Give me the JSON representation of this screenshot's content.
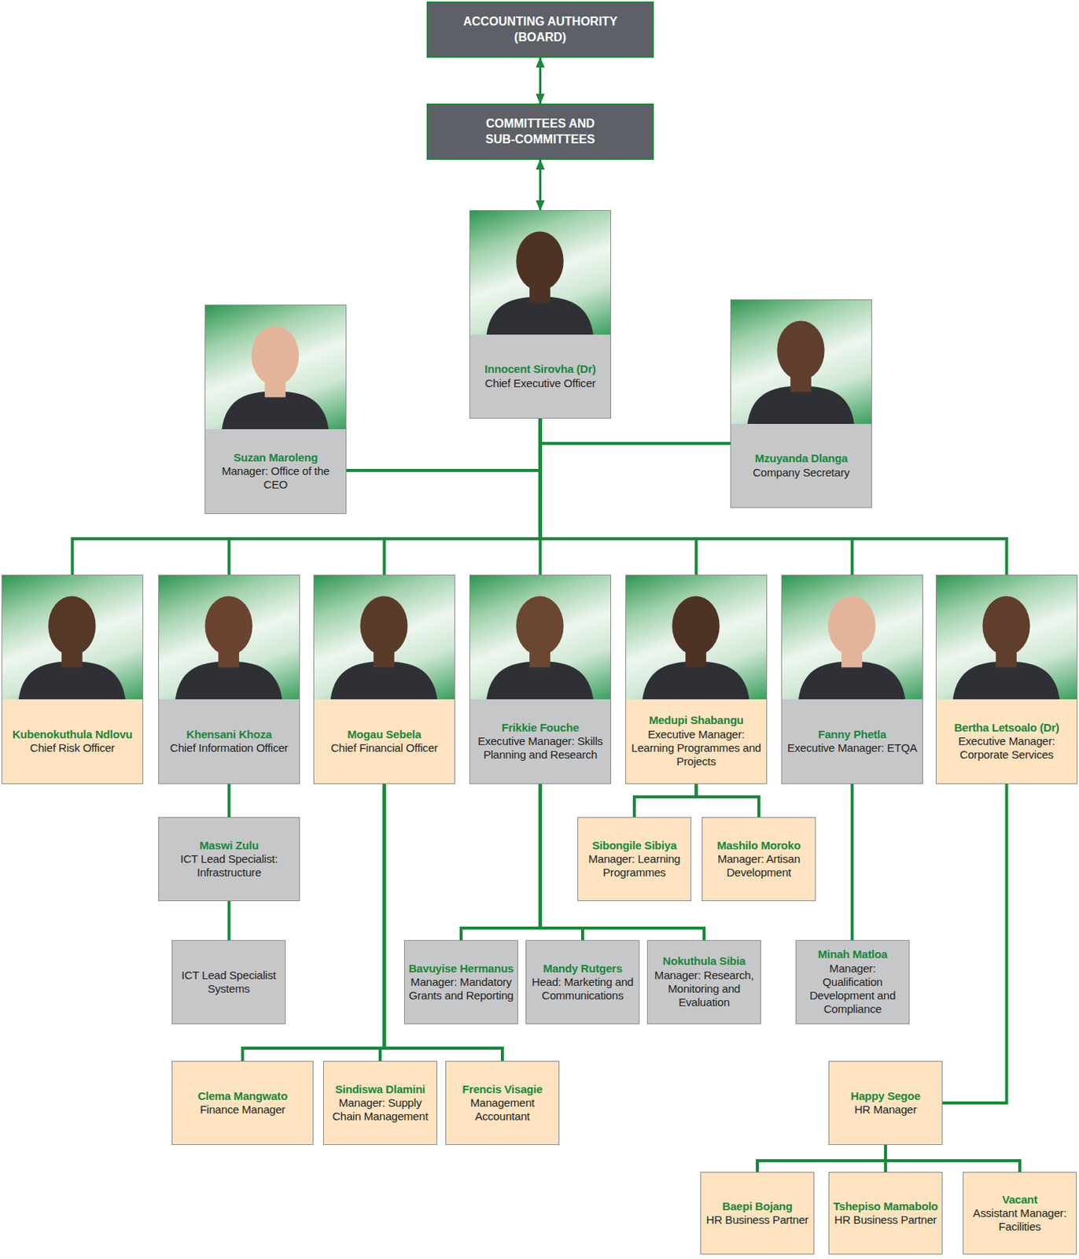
{
  "diagram": {
    "nodes": [
      {
        "text": [
          "ACCOUNTING AUTHORITY (BOARD)"
        ]
      },
      {
        "text": [
          "COMMITTEES AND SUB-COMMITTEES"
        ]
      },
      {
        "text": [
          "Innocent Sirovha (Dr)",
          "Chief Executive Officer"
        ]
      },
      {
        "text": [
          "Suzan Maroleng",
          "Manager: Office of the CEO"
        ]
      },
      {
        "text": [
          "Mzuyanda Dlanga",
          "Company Secretary"
        ]
      },
      {
        "text": [
          "Kubenokuthula Ndlovu",
          "Chief Risk Officer"
        ]
      },
      {
        "text": [
          "Khensani Khoza",
          "Chief Information Officer"
        ]
      },
      {
        "text": [
          "Mogau Sebela",
          "Chief Financial Officer"
        ]
      },
      {
        "text": [
          "Frikkie Fouche",
          "Executive Manager: Skills Planning and Research"
        ]
      },
      {
        "text": [
          "Medupi Shabangu",
          "Executive Manager: Learning Programmes and Projects"
        ]
      },
      {
        "text": [
          "Fanny Phetla",
          "Executive Manager: ETQA"
        ]
      },
      {
        "text": [
          "Bertha Letsoalo (Dr)",
          "Executive Manager: Corporate Services"
        ]
      },
      {
        "text": [
          "Maswi Zulu",
          "ICT Lead Specialist: Infrastructure"
        ]
      },
      {
        "text": [
          "Sibongile Sibiya",
          "Manager: Learning Programmes"
        ]
      },
      {
        "text": [
          "Mashilo Moroko",
          "Manager: Artisan Development"
        ]
      },
      {
        "text": [
          "ICT Lead Specialist Systems"
        ]
      },
      {
        "text": [
          "Bavuyise Hermanus",
          "Manager: Mandatory Grants and Reporting"
        ]
      },
      {
        "text": [
          "Mandy Rutgers",
          "Head: Marketing and Communications"
        ]
      },
      {
        "text": [
          "Nokuthula Sibia",
          "Manager: Research, Monitoring and Evaluation"
        ]
      },
      {
        "text": [
          "Minah Matloa",
          "Manager: Qualification Development and Compliance"
        ]
      },
      {
        "text": [
          "Clema Mangwato",
          "Finance Manager"
        ]
      },
      {
        "text": [
          "Sindiswa Dlamini",
          "Manager: Supply Chain Management"
        ]
      },
      {
        "text": [
          "Frencis Visagie",
          "Management Accountant"
        ]
      },
      {
        "text": [
          "Happy Segoe",
          "HR Manager"
        ]
      },
      {
        "text": [
          "Baepi Bojang",
          "HR Business Partner"
        ]
      },
      {
        "text": [
          "Tshepiso Mamabolo",
          "HR Business Partner"
        ]
      },
      {
        "text": [
          "Vacant",
          "Assistant Manager: Facilities"
        ]
      }
    ],
    "edges": [
      {
        "from": 0,
        "to": 1,
        "arrow": "both"
      },
      {
        "from": 1,
        "to": 2,
        "arrow": "both"
      },
      {
        "from": 2,
        "to": 3,
        "arrow": "none"
      },
      {
        "from": 2,
        "to": 4,
        "arrow": "none"
      },
      {
        "from": 2,
        "to": 5,
        "arrow": "none"
      },
      {
        "from": 2,
        "to": 6,
        "arrow": "none"
      },
      {
        "from": 2,
        "to": 7,
        "arrow": "none"
      },
      {
        "from": 2,
        "to": 8,
        "arrow": "none"
      },
      {
        "from": 2,
        "to": 9,
        "arrow": "none"
      },
      {
        "from": 2,
        "to": 10,
        "arrow": "none"
      },
      {
        "from": 2,
        "to": 11,
        "arrow": "none"
      },
      {
        "from": 6,
        "to": 12,
        "arrow": "none"
      },
      {
        "from": 12,
        "to": 15,
        "arrow": "none"
      },
      {
        "from": 7,
        "to": 20,
        "arrow": "none"
      },
      {
        "from": 7,
        "to": 21,
        "arrow": "none"
      },
      {
        "from": 7,
        "to": 22,
        "arrow": "none"
      },
      {
        "from": 8,
        "to": 16,
        "arrow": "none"
      },
      {
        "from": 8,
        "to": 17,
        "arrow": "none"
      },
      {
        "from": 8,
        "to": 18,
        "arrow": "none"
      },
      {
        "from": 9,
        "to": 13,
        "arrow": "none"
      },
      {
        "from": 9,
        "to": 14,
        "arrow": "none"
      },
      {
        "from": 10,
        "to": 19,
        "arrow": "none"
      },
      {
        "from": 11,
        "to": 23,
        "arrow": "none"
      },
      {
        "from": 23,
        "to": 24,
        "arrow": "none"
      },
      {
        "from": 23,
        "to": 25,
        "arrow": "none"
      },
      {
        "from": 23,
        "to": 26,
        "arrow": "none"
      }
    ]
  }
}
